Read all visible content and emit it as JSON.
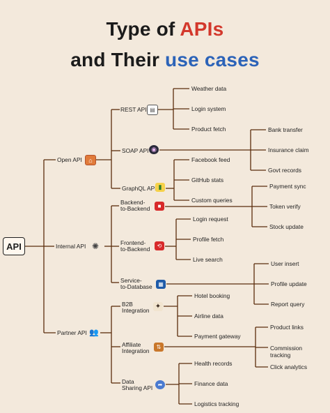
{
  "title": {
    "line1_prefix": "Type of ",
    "line1_accent": "APIs",
    "line2_prefix": "and Their ",
    "line2_accent": "use cases"
  },
  "colors": {
    "red": "#d3382c",
    "blue": "#2c63b8",
    "connector": "#5a2d0c",
    "background": "#f3e9dc"
  },
  "root": "API",
  "categories": [
    {
      "label": "Open API",
      "icon": "open-badge-icon",
      "types": [
        {
          "label": "REST API",
          "icon": "server-icon",
          "uses": [
            "Weather data",
            "Login system",
            "Product fetch"
          ]
        },
        {
          "label": "SOAP API",
          "icon": "soap-icon",
          "uses": [
            "Bank transfer",
            "Insurance claim",
            "Govt records"
          ]
        },
        {
          "label": "GraphQL API",
          "icon": "bar-chart-icon",
          "uses": [
            "Facebook feed",
            "GitHub stats",
            "Custom queries"
          ]
        }
      ]
    },
    {
      "label": "Internal API",
      "icon": "sun-icon",
      "types": [
        {
          "label": "Backend-to-Backend",
          "line1": "Backend-",
          "line2": "to-Backend",
          "icon": "backend-icon",
          "uses": [
            "Payment sync",
            "Token verify",
            "Stock update"
          ]
        },
        {
          "label": "Frontend-to-Backend",
          "line1": "Frontend-",
          "line2": "to-Backend",
          "icon": "frontend-icon",
          "uses": [
            "Login request",
            "Profile fetch",
            "Live search"
          ]
        },
        {
          "label": "Service-to-Database",
          "line1": "Service-",
          "line2": "to-Database",
          "icon": "database-icon",
          "uses": [
            "User insert",
            "Profile update",
            "Report query"
          ]
        }
      ]
    },
    {
      "label": "Partner API",
      "icon": "people-icon",
      "types": [
        {
          "label": "B2B Integration",
          "line1": "B2B",
          "line2": "Integration",
          "icon": "handshake-icon",
          "uses": [
            "Hotel booking",
            "Airline data",
            "Payment gateway"
          ]
        },
        {
          "label": "Affiliate Integration",
          "line1": "Affiliate",
          "line2": "Integration",
          "icon": "affiliate-icon",
          "uses": [
            "Product links",
            "Commission tracking",
            "Click analytics"
          ]
        },
        {
          "label": "Data Sharing API",
          "line1": "Data",
          "line2": "Sharing API",
          "icon": "share-icon",
          "uses": [
            "Health records",
            "Finance data",
            "Logistics tracking"
          ]
        }
      ]
    }
  ]
}
